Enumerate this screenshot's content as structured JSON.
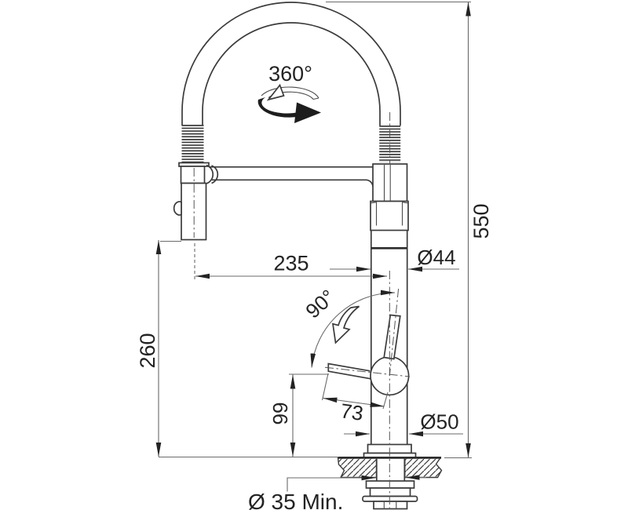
{
  "drawing": {
    "type": "technical-dimension-drawing",
    "subject": "kitchen mixer tap with flexible spring spout and pull-down spray head",
    "background_color": "#ffffff",
    "colors": {
      "object_line": "#3b3b3b",
      "dimension_line": "#6a6a6a",
      "text": "#232323"
    },
    "dimensions": {
      "swivel_angle": "360°",
      "total_height": "550",
      "spout_reach": "235",
      "spout_diameter": "Ø44",
      "spray_head_height": "260",
      "lever_swing_angle": "90°",
      "lever_axis_height": "99",
      "lever_length": "73",
      "base_diameter": "Ø50",
      "mounting_hole_min": "Ø 35 Min."
    }
  }
}
